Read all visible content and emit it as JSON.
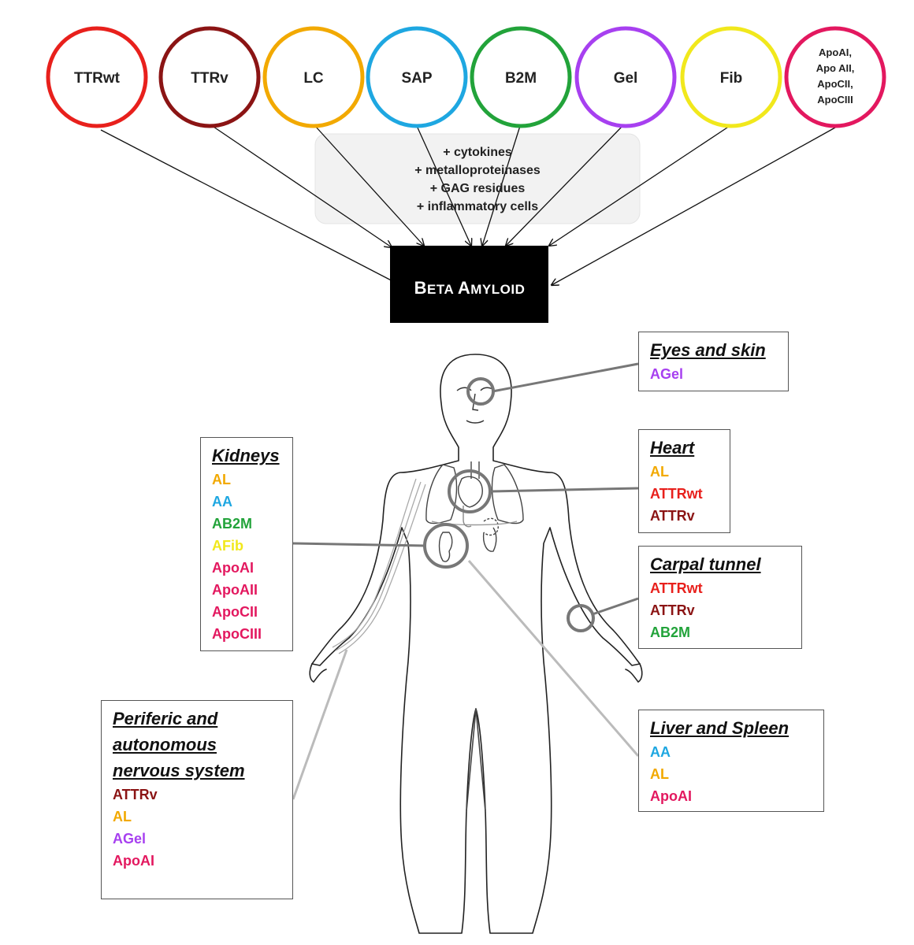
{
  "colors": {
    "TTRwt": "#e8201c",
    "TTRv": "#8b1414",
    "LC": "#f2a900",
    "SAP": "#1ea7e1",
    "B2M": "#22a33a",
    "Gel": "#a740f0",
    "Fib": "#f1e81c",
    "Apo": "#e3185f"
  },
  "precursors": [
    {
      "label": "TTRwt",
      "color_key": "TTRwt"
    },
    {
      "label": "TTRv",
      "color_key": "TTRv"
    },
    {
      "label": "LC",
      "color_key": "LC"
    },
    {
      "label": "SAP",
      "color_key": "SAP"
    },
    {
      "label": "B2M",
      "color_key": "B2M"
    },
    {
      "label": "Gel",
      "color_key": "Gel"
    },
    {
      "label": "Fib",
      "color_key": "Fib"
    },
    {
      "label_lines": [
        "ApoAI,",
        "Apo AII,",
        "ApoCII,",
        "ApoCIII"
      ],
      "color_key": "Apo"
    }
  ],
  "cofactors": [
    "+ cytokines",
    "+ metalloproteinases",
    "+ GAG residues",
    "+ inflammatory cells"
  ],
  "beta_amyloid": {
    "first_letter": "B",
    "rest_first": "ETA ",
    "first_letter_2": "A",
    "rest_second": "MYLOID"
  },
  "organs": {
    "eyes": {
      "title": "Eyes and skin",
      "items": [
        {
          "text": "AGel",
          "color_key": "Gel"
        }
      ]
    },
    "kidneys": {
      "title": "Kidneys",
      "items": [
        {
          "text": "AL",
          "color_key": "LC"
        },
        {
          "text": "AA",
          "color_key": "SAP"
        },
        {
          "text": "AB2M",
          "color_key": "B2M"
        },
        {
          "text": "AFib",
          "color_key": "Fib"
        },
        {
          "text": "ApoAI",
          "color_key": "Apo"
        },
        {
          "text": "ApoAII",
          "color_key": "Apo"
        },
        {
          "text": "ApoCII",
          "color_key": "Apo"
        },
        {
          "text": "ApoCIII",
          "color_key": "Apo"
        }
      ]
    },
    "heart": {
      "title": "Heart",
      "items": [
        {
          "text": "AL",
          "color_key": "LC"
        },
        {
          "text": "ATTRwt",
          "color_key": "TTRwt"
        },
        {
          "text": "ATTRv",
          "color_key": "TTRv"
        }
      ]
    },
    "carpal": {
      "title": "Carpal tunnel",
      "items": [
        {
          "text": "ATTRwt",
          "color_key": "TTRwt"
        },
        {
          "text": "ATTRv",
          "color_key": "TTRv"
        },
        {
          "text": "AB2M",
          "color_key": "B2M"
        }
      ]
    },
    "nervous": {
      "title_lines": [
        "Periferic and",
        "autonomous",
        "nervous system"
      ],
      "items": [
        {
          "text": "ATTRv",
          "color_key": "TTRv"
        },
        {
          "text": "AL",
          "color_key": "LC"
        },
        {
          "text": "AGel",
          "color_key": "Gel"
        },
        {
          "text": "ApoAI",
          "color_key": "Apo"
        }
      ]
    },
    "liver": {
      "title": "Liver and Spleen",
      "items": [
        {
          "text": "AA",
          "color_key": "SAP"
        },
        {
          "text": "AL",
          "color_key": "LC"
        },
        {
          "text": "ApoAI",
          "color_key": "Apo"
        }
      ]
    }
  }
}
